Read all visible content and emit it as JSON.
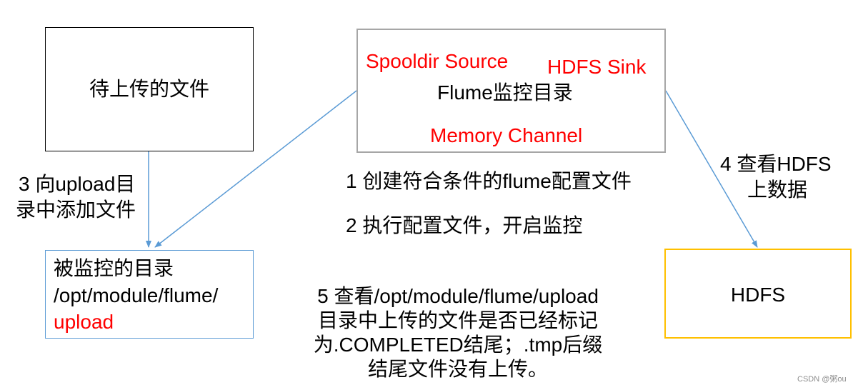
{
  "boxes": {
    "pending_files": {
      "label": "待上传的文件"
    },
    "flume": {
      "source": "Spooldir Source",
      "sink": "HDFS Sink",
      "title": "Flume监控目录",
      "channel": "Memory Channel"
    },
    "monitored_dir": {
      "line1": "被监控的目录",
      "line2": "/opt/module/flume/",
      "line3": "upload"
    },
    "hdfs": {
      "label": "HDFS"
    }
  },
  "steps": {
    "step1": "1 创建符合条件的flume配置文件",
    "step2": "2 执行配置文件，开启监控",
    "step3": [
      "3 向upload目",
      "录中添加文件"
    ],
    "step4": [
      "4 查看HDFS",
      "上数据"
    ],
    "step5": [
      "5 查看/opt/module/flume/upload",
      "目录中上传的文件是否已经标记",
      "为.COMPLETED结尾；.tmp后缀",
      "结尾文件没有上传。"
    ]
  },
  "watermark": "CSDN @粥ou",
  "colors": {
    "accent_red": "#ff0000",
    "arrow_blue": "#5b9bd5",
    "hdfs_border": "#ffc000",
    "flume_border": "#a6a6a6"
  }
}
